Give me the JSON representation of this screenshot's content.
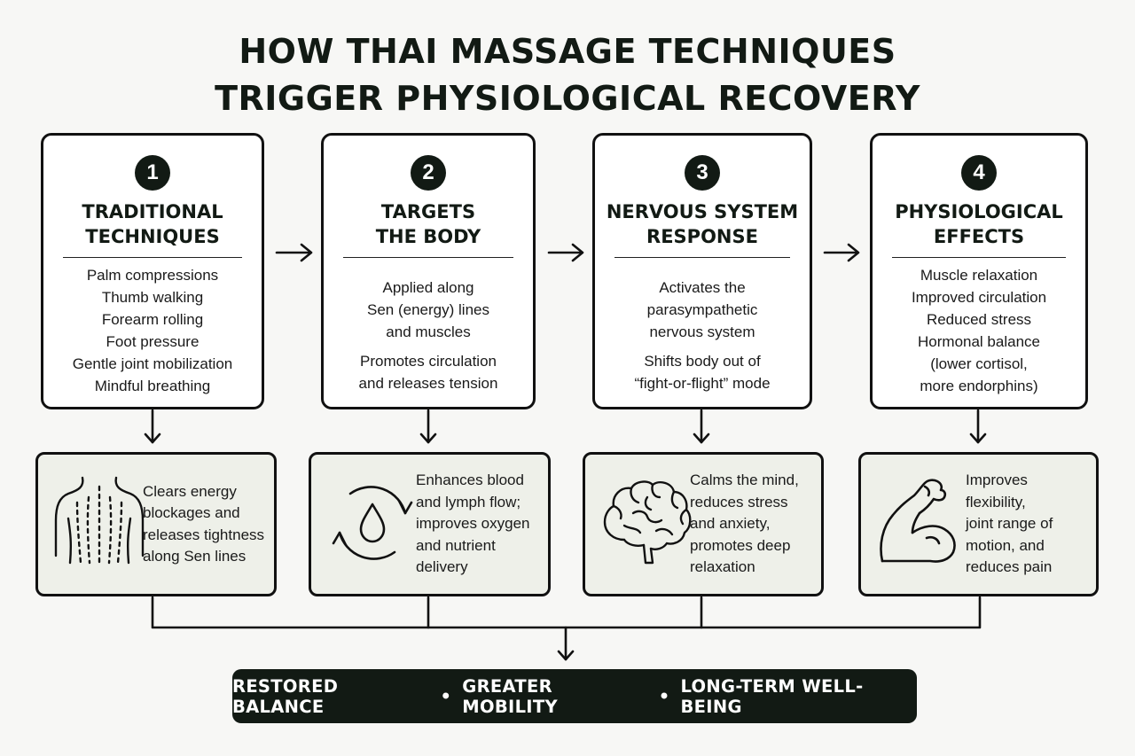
{
  "title": {
    "line1": "HOW THAI MASSAGE TECHNIQUES",
    "line2": "TRIGGER PHYSIOLOGICAL RECOVERY"
  },
  "steps": [
    {
      "number": "1",
      "title_lines": [
        "TRADITIONAL",
        "TECHNIQUES"
      ],
      "paragraphs": [
        [
          "Palm compressions",
          "Thumb walking",
          "Forearm rolling",
          "Foot pressure",
          "Gentle joint mobilization",
          "Mindful breathing"
        ]
      ]
    },
    {
      "number": "2",
      "title_lines": [
        "TARGETS",
        "THE BODY"
      ],
      "paragraphs": [
        [
          "Applied along",
          "Sen (energy) lines",
          "and muscles"
        ],
        [
          "Promotes circulation",
          "and releases tension"
        ]
      ]
    },
    {
      "number": "3",
      "title_lines": [
        "NERVOUS SYSTEM",
        "RESPONSE"
      ],
      "paragraphs": [
        [
          "Activates the",
          "parasympathetic",
          "nervous system"
        ],
        [
          "Shifts body out of",
          "“fight-or-flight” mode"
        ]
      ]
    },
    {
      "number": "4",
      "title_lines": [
        "PHYSIOLOGICAL",
        "EFFECTS"
      ],
      "paragraphs": [
        [
          "Muscle relaxation",
          "Improved circulation",
          "Reduced stress",
          "Hormonal balance",
          "(lower cortisol,",
          "more endorphins)"
        ]
      ]
    }
  ],
  "results": [
    {
      "icon": "back-with-sen-lines-icon",
      "lines": [
        "Clears energy",
        "blockages and",
        "releases tightness",
        "along Sen lines"
      ]
    },
    {
      "icon": "circulation-drop-icon",
      "lines": [
        "Enhances blood",
        "and lymph flow;",
        "improves oxygen",
        "and nutrient",
        "delivery"
      ]
    },
    {
      "icon": "brain-icon",
      "lines": [
        "Calms the mind,",
        "reduces stress",
        "and anxiety,",
        "promotes deep",
        "relaxation"
      ]
    },
    {
      "icon": "flexed-arm-icon",
      "lines": [
        "Improves flexibility,",
        "joint range of",
        "motion, and",
        "reduces pain"
      ]
    }
  ],
  "outcome": {
    "items": [
      "RESTORED BALANCE",
      "GREATER MOBILITY",
      "LONG-TERM WELL-BEING"
    ],
    "separator": "•"
  },
  "colors": {
    "dark": "#121a14",
    "background": "#f7f7f5",
    "result_fill": "#eef0e9"
  }
}
